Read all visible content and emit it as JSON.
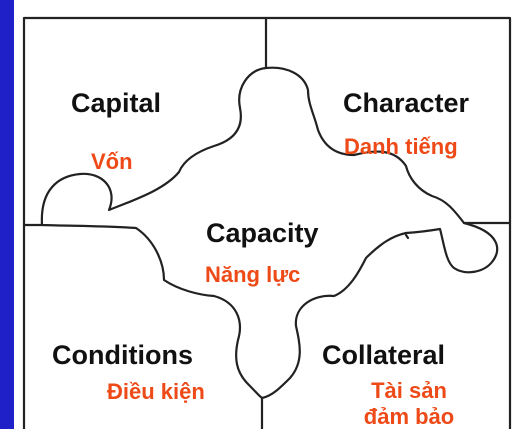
{
  "pieces": {
    "capital": {
      "en": "Capital",
      "vi": "Vốn"
    },
    "character": {
      "en": "Character",
      "vi": "Danh tiếng"
    },
    "capacity": {
      "en": "Capacity",
      "vi": "Năng lực"
    },
    "conditions": {
      "en": "Conditions",
      "vi": "Điều kiện"
    },
    "collateral": {
      "en": "Collateral",
      "vi_line1": "Tài sản",
      "vi_line2": "đảm bảo"
    }
  },
  "colors": {
    "background": "#1f20c8",
    "panel": "#ffffff",
    "english_text": "#111111",
    "vietnamese_text": "#ee4a18",
    "outline": "#222222"
  }
}
